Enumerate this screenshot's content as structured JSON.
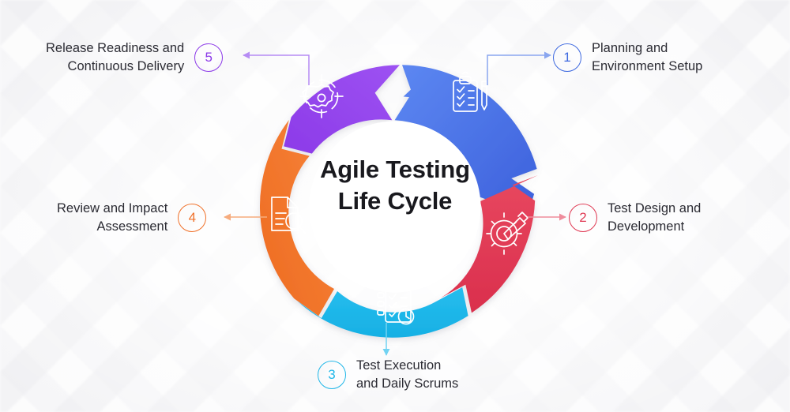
{
  "diagram": {
    "title_line1": "Agile Testing",
    "title_line2": "Life Cycle",
    "type": "cyclic-process-ring",
    "background_color": "#fafafb",
    "steps": [
      {
        "number": "1",
        "label": "Planning and\nEnvironment Setup",
        "color": "#3f6ae0",
        "color_light": "#5a84ef",
        "icon": "clipboard-checklist-pencil-icon",
        "position": "top-right",
        "connector": "elbow-up-right-arrow"
      },
      {
        "number": "2",
        "label": "Test Design and\nDevelopment",
        "color": "#e03a54",
        "color_light": "#e8485f",
        "icon": "gear-pencil-icon",
        "position": "right",
        "connector": "straight-right-arrow"
      },
      {
        "number": "3",
        "label": "Test Execution\nand Daily Scrums",
        "color": "#20b7e8",
        "color_light": "#23bdee",
        "icon": "checklist-clock-icon",
        "position": "bottom",
        "connector": "straight-down-arrow"
      },
      {
        "number": "4",
        "label": "Review and Impact\nAssessment",
        "color": "#f0712a",
        "color_light": "#f58235",
        "icon": "document-magnifier-icon",
        "position": "left",
        "connector": "straight-left-arrow"
      },
      {
        "number": "5",
        "label": "Release Readiness and\nContinuous Delivery",
        "color": "#8c3ae8",
        "color_light": "#9b4df0",
        "icon": "gear-target-icon",
        "position": "top-left",
        "connector": "elbow-up-left-arrow"
      }
    ]
  }
}
